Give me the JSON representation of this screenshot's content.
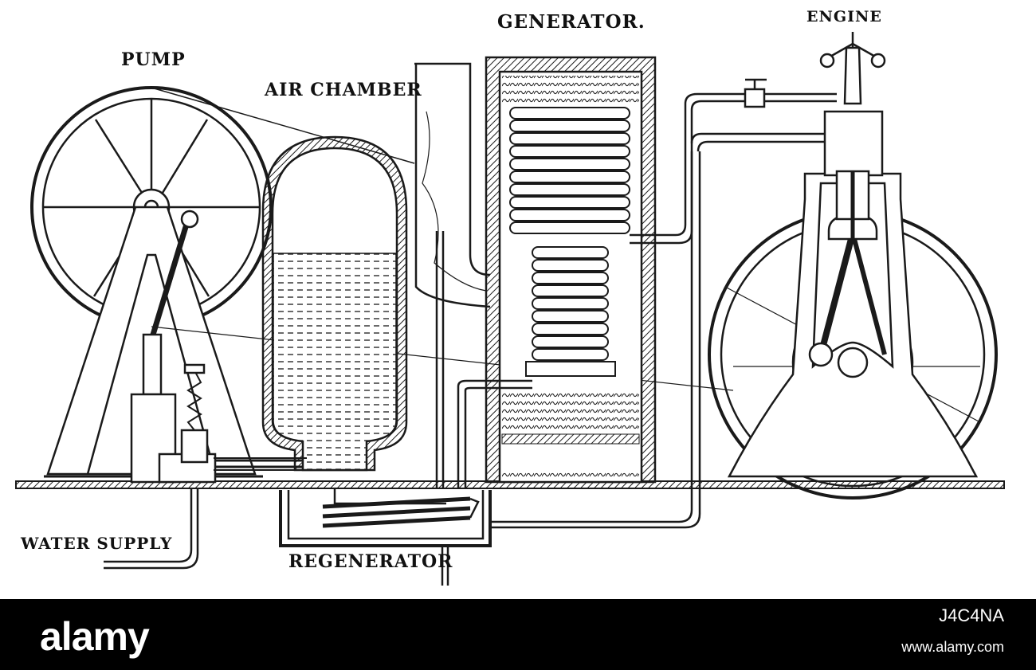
{
  "diagram": {
    "labels": {
      "pump": "PUMP",
      "air_chamber": "AIR CHAMBER",
      "generator": "GENERATOR.",
      "engine": "ENGINE",
      "water_supply": "WATER SUPPLY",
      "regenerator": "REGENERATOR"
    },
    "ink_color": "#1a1a1a",
    "paper_color": "#ffffff"
  },
  "footer": {
    "logo": "alamy",
    "image_id": "J4C4NA",
    "site": "www.alamy.com",
    "background": "#000000",
    "text_color": "#ffffff"
  }
}
